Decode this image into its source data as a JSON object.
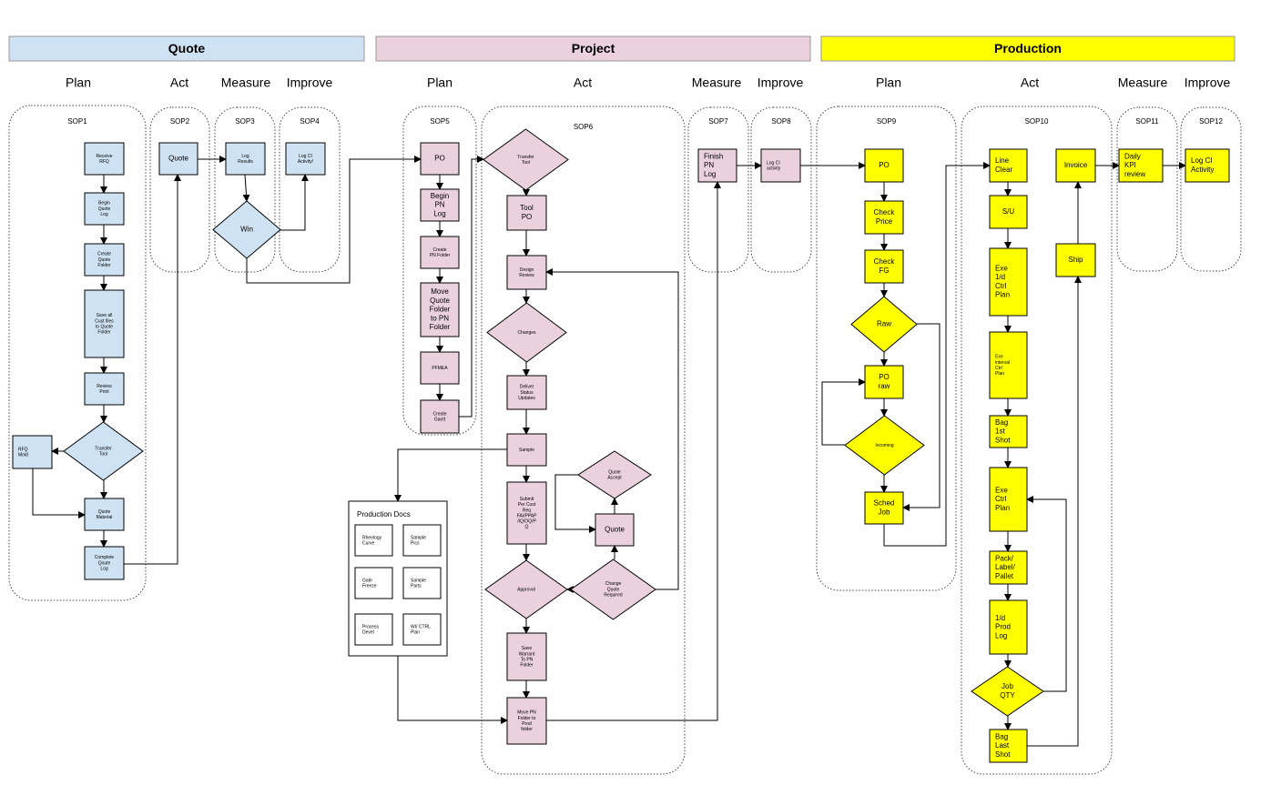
{
  "colors": {
    "quote": "#cfe2f3",
    "project": "#ead1dc",
    "production": "#ffff00",
    "stroke": "#000000",
    "box": "#ffffff"
  },
  "banners": {
    "quote": "Quote",
    "project": "Project",
    "production": "Production"
  },
  "phases": {
    "q_plan": "Plan",
    "q_act": "Act",
    "q_measure": "Measure",
    "q_improve": "Improve",
    "p_plan": "Plan",
    "p_act": "Act",
    "p_measure": "Measure",
    "p_improve": "Improve",
    "r_plan": "Plan",
    "r_act": "Act",
    "r_measure": "Measure",
    "r_improve": "Improve"
  },
  "sops": {
    "sop1": "SOP1",
    "sop2": "SOP2",
    "sop3": "SOP3",
    "sop4": "SOP4",
    "sop5": "SOP5",
    "sop6": "SOP6",
    "sop7": "SOP7",
    "sop8": "SOP8",
    "sop9": "SOP9",
    "sop10": "SOP10",
    "sop11": "SOP11",
    "sop12": "SOP12"
  },
  "nodes": {
    "receive_rfq": [
      "Receive",
      "RFQ"
    ],
    "begin_quote_log": [
      "Begin",
      "Quote",
      "Log"
    ],
    "create_quote_folder": [
      "Create",
      "Quote",
      "Folder"
    ],
    "save_cust_files": [
      "Save all",
      "Cust files",
      "to Quote",
      "Folder"
    ],
    "review_print": [
      "Review",
      "Print"
    ],
    "transfer_tool_q": [
      "Transfer",
      "Tool"
    ],
    "rfq_mold": [
      "RFQ",
      "Mold"
    ],
    "quote_material": [
      "Quote",
      "Material"
    ],
    "complete_quote_log": [
      "Complete",
      "Qoute",
      "Log"
    ],
    "quote": [
      "Quote"
    ],
    "log_results": [
      "Log",
      "Results"
    ],
    "win": [
      "Win"
    ],
    "log_ci_activity_q": [
      "Log CI",
      "Activity!"
    ],
    "po_p": [
      "PO"
    ],
    "begin_pn_log": [
      "Begin",
      "PN",
      "Log"
    ],
    "create_pn_folder": [
      "Create",
      "PN Folder"
    ],
    "move_quote_folder": [
      "Move",
      "Quote",
      "Folder",
      "to PN",
      "Folder"
    ],
    "pfmea": [
      "PFMEA"
    ],
    "create_gantt": [
      "Create",
      "Gantt"
    ],
    "transfer_tool_p": [
      "Transfer",
      "Tool"
    ],
    "tool_po": [
      "Tool",
      "PO"
    ],
    "design_review": [
      "Design",
      "Review"
    ],
    "changes": [
      "Changes"
    ],
    "deliver_status": [
      "Deliver",
      "Status",
      "Updates"
    ],
    "sample": [
      "Sample"
    ],
    "submit": [
      "Submit",
      "Per Cust",
      "Req",
      "FAI/PPAP",
      "/IQ/OQ/P",
      "Q"
    ],
    "approval": [
      "Approval"
    ],
    "save_warrant": [
      "Save",
      "Warrant",
      "To PN",
      "Folder"
    ],
    "move_pn_folder": [
      "Move PN",
      "Folder to",
      "Prod",
      "folder"
    ],
    "quote_accept": [
      "Quote",
      "Accept"
    ],
    "quote_p": [
      "Quote"
    ],
    "change_quote": [
      "Change",
      "Quote",
      "Required"
    ],
    "finish_pn_log": [
      "Finish",
      "PN",
      "Log"
    ],
    "log_ci_activity_p": [
      "Log CI",
      "activity"
    ],
    "po_r": [
      "PO"
    ],
    "check_price": [
      "Check",
      "Price"
    ],
    "check_fg": [
      "Check",
      "FG"
    ],
    "raw": [
      "Raw"
    ],
    "po_raw": [
      "PO",
      "raw"
    ],
    "incoming": [
      "Incoming"
    ],
    "sched_job": [
      "Sched",
      "Job"
    ],
    "line_clear": [
      "Line",
      "Clear"
    ],
    "su": [
      "S/U"
    ],
    "exe_1d": [
      "Exe",
      "1/d",
      "Ctrl",
      "Plan"
    ],
    "exe_interval": [
      "Exe",
      "interval",
      "Ctrl",
      "Plan"
    ],
    "bag_1st": [
      "Bag",
      "1st",
      "Shot"
    ],
    "exe_ctrl": [
      "Exe",
      "Ctrl",
      "Plan"
    ],
    "pack": [
      "Pack/",
      "Label/",
      "Pallet"
    ],
    "prod_log": [
      "1/d",
      "Prod",
      "Log"
    ],
    "job_qty": [
      "Job",
      "QTY"
    ],
    "bag_last": [
      "Bag",
      "Last",
      "Shot"
    ],
    "invoice": [
      "Invoice"
    ],
    "ship": [
      "Ship"
    ],
    "daily_kpi": [
      "Daily",
      "KPI",
      "review"
    ],
    "log_ci_activity_r": [
      "Log CI",
      "Activity"
    ]
  },
  "production_docs": {
    "title": "Production Docs",
    "items": [
      [
        "Rheology",
        "Curve"
      ],
      [
        "Sample",
        "Pics"
      ],
      [
        "Gate",
        "Freeze"
      ],
      [
        "Sample",
        "Parts"
      ],
      [
        "Process",
        "Devel"
      ],
      [
        "WI/ CTRL",
        "Plan"
      ]
    ]
  }
}
